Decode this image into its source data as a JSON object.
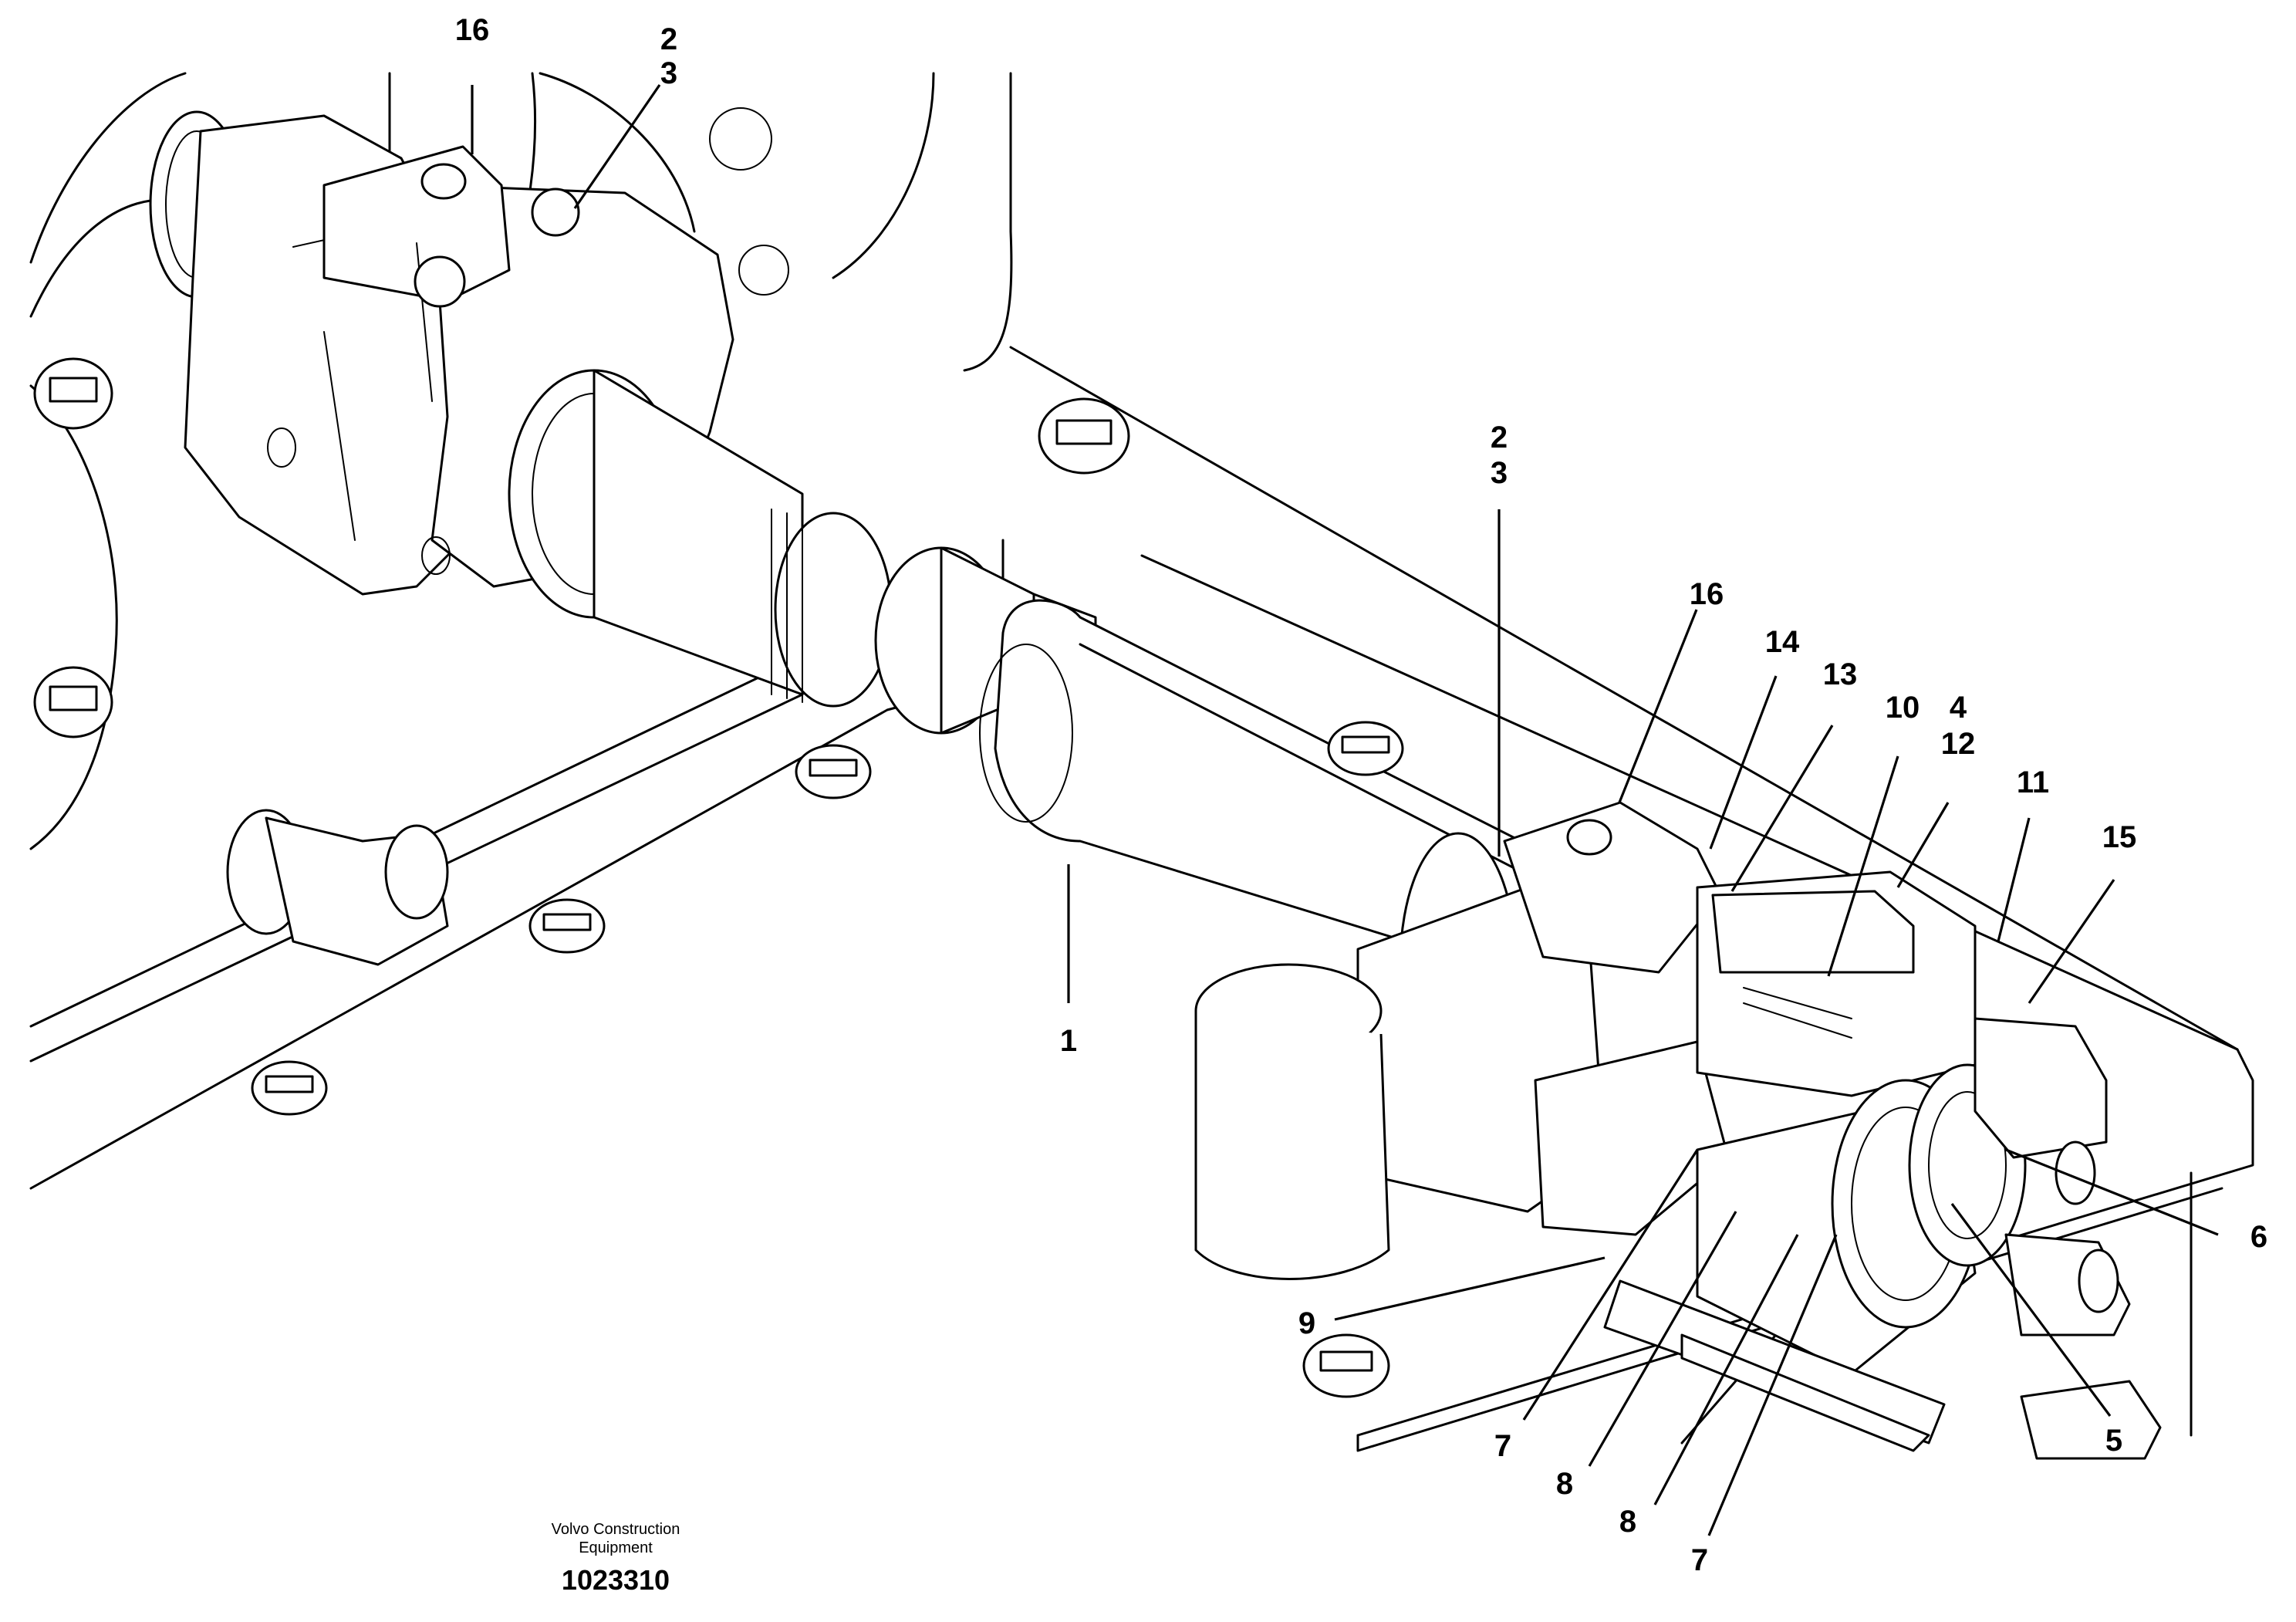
{
  "callouts": {
    "c16a": "16",
    "c2a": "2",
    "c3a": "3",
    "c2b": "2",
    "c3b": "3",
    "c16b": "16",
    "c14": "14",
    "c13": "13",
    "c10": "10",
    "c4": "4",
    "c12": "12",
    "c11": "11",
    "c15": "15",
    "c1": "1",
    "c6": "6",
    "c9": "9",
    "c7a": "7",
    "c8a": "8",
    "c8b": "8",
    "c7b": "7",
    "c5": "5"
  },
  "footer": {
    "company_line1": "Volvo Construction",
    "company_line2": "Equipment",
    "figure_number": "1023310"
  }
}
